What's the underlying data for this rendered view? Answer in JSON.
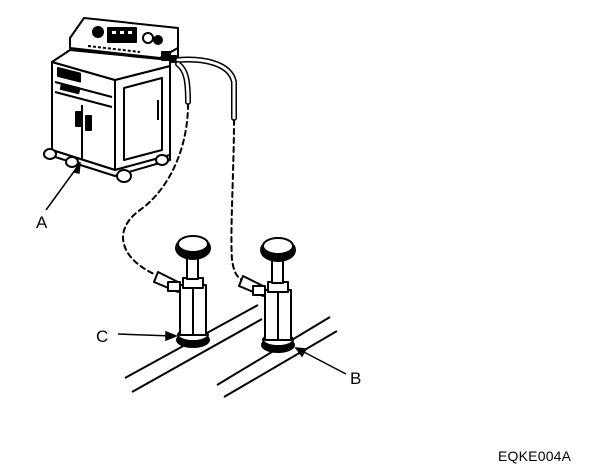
{
  "labels": {
    "a": "A",
    "b": "B",
    "c": "C"
  },
  "figure_id": "EQKE004A"
}
